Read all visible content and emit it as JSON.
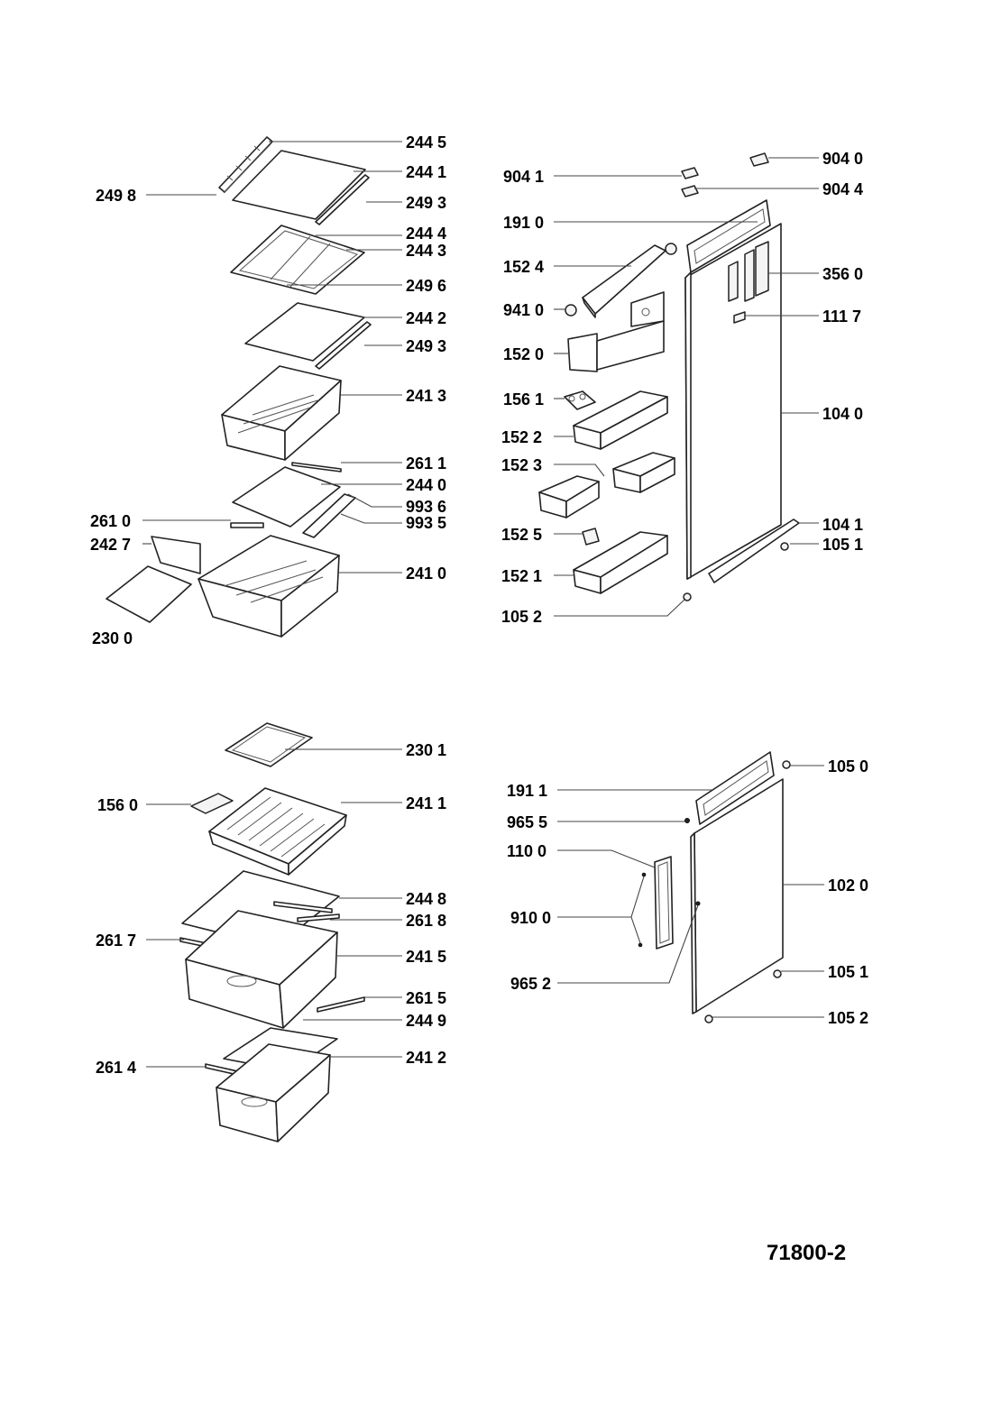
{
  "document_number": "71800-2",
  "callouts": [
    {
      "id": "c1",
      "text": "244 5"
    },
    {
      "id": "c2",
      "text": "244 1"
    },
    {
      "id": "c3",
      "text": "249 8"
    },
    {
      "id": "c4",
      "text": "249 3"
    },
    {
      "id": "c5",
      "text": "244 4"
    },
    {
      "id": "c6",
      "text": "244 3"
    },
    {
      "id": "c7",
      "text": "249 6"
    },
    {
      "id": "c8",
      "text": "244 2"
    },
    {
      "id": "c9",
      "text": "249 3"
    },
    {
      "id": "c10",
      "text": "241 3"
    },
    {
      "id": "c11",
      "text": "261 1"
    },
    {
      "id": "c12",
      "text": "244 0"
    },
    {
      "id": "c13",
      "text": "993 6"
    },
    {
      "id": "c14",
      "text": "261 0"
    },
    {
      "id": "c15",
      "text": "993 5"
    },
    {
      "id": "c16",
      "text": "242 7"
    },
    {
      "id": "c17",
      "text": "241 0"
    },
    {
      "id": "c18",
      "text": "230 0"
    },
    {
      "id": "c19",
      "text": "904 0"
    },
    {
      "id": "c20",
      "text": "904 1"
    },
    {
      "id": "c21",
      "text": "904 4"
    },
    {
      "id": "c22",
      "text": "191 0"
    },
    {
      "id": "c23",
      "text": "152 4"
    },
    {
      "id": "c24",
      "text": "356 0"
    },
    {
      "id": "c25",
      "text": "941 0"
    },
    {
      "id": "c26",
      "text": "111 7"
    },
    {
      "id": "c27",
      "text": "152 0"
    },
    {
      "id": "c28",
      "text": "156 1"
    },
    {
      "id": "c29",
      "text": "104 0"
    },
    {
      "id": "c30",
      "text": "152 2"
    },
    {
      "id": "c31",
      "text": "152 3"
    },
    {
      "id": "c32",
      "text": "152 5"
    },
    {
      "id": "c33",
      "text": "104 1"
    },
    {
      "id": "c34",
      "text": "105 1"
    },
    {
      "id": "c35",
      "text": "152 1"
    },
    {
      "id": "c36",
      "text": "105 2"
    },
    {
      "id": "c37",
      "text": "230 1"
    },
    {
      "id": "c38",
      "text": "156 0"
    },
    {
      "id": "c39",
      "text": "241 1"
    },
    {
      "id": "c40",
      "text": "244 8"
    },
    {
      "id": "c41",
      "text": "261 8"
    },
    {
      "id": "c42",
      "text": "261 7"
    },
    {
      "id": "c43",
      "text": "241 5"
    },
    {
      "id": "c44",
      "text": "261 5"
    },
    {
      "id": "c45",
      "text": "244 9"
    },
    {
      "id": "c46",
      "text": "261 4"
    },
    {
      "id": "c47",
      "text": "241 2"
    },
    {
      "id": "c48",
      "text": "105 0"
    },
    {
      "id": "c49",
      "text": "191 1"
    },
    {
      "id": "c50",
      "text": "965 5"
    },
    {
      "id": "c51",
      "text": "110 0"
    },
    {
      "id": "c52",
      "text": "102 0"
    },
    {
      "id": "c53",
      "text": "910 0"
    },
    {
      "id": "c54",
      "text": "105 1"
    },
    {
      "id": "c55",
      "text": "965 2"
    },
    {
      "id": "c56",
      "text": "105 2"
    }
  ]
}
